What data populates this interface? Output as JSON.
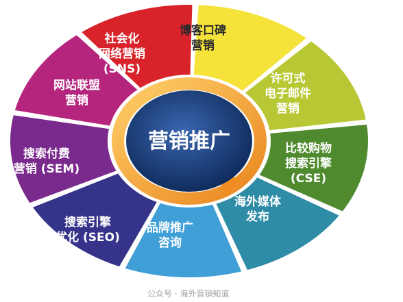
{
  "diagram": {
    "center": {
      "label": "营销推广",
      "color": "#12356e"
    },
    "ring_color": "#f4a23a",
    "segments": [
      {
        "lines": [
          "社会化",
          "网络营销",
          "(SNS)"
        ],
        "color": "#d9232a",
        "text": "light"
      },
      {
        "lines": [
          "博客口碑",
          "营销"
        ],
        "color": "#f6e33a",
        "text": "dark"
      },
      {
        "lines": [
          "许可式",
          "电子邮件",
          "营销"
        ],
        "color": "#b8c834",
        "text": "light"
      },
      {
        "lines": [
          "比较购物",
          "搜索引擎",
          "(CSE)"
        ],
        "color": "#4f8b2e",
        "text": "light"
      },
      {
        "lines": [
          "海外媒体",
          "发布"
        ],
        "color": "#2e8ca6",
        "text": "light"
      },
      {
        "lines": [
          "品牌推广",
          "咨询"
        ],
        "color": "#3f9fd6",
        "text": "light"
      },
      {
        "lines": [
          "搜索引擎",
          "优化 (SEO)"
        ],
        "color": "#35338a",
        "text": "light"
      },
      {
        "lines": [
          "搜索付费",
          "营销 (SEM)"
        ],
        "color": "#7a2a8c",
        "text": "light"
      },
      {
        "lines": [
          "网站联盟",
          "营销"
        ],
        "color": "#b5257e",
        "text": "light"
      }
    ],
    "watermark": "公众号 · 海外营销知道"
  }
}
